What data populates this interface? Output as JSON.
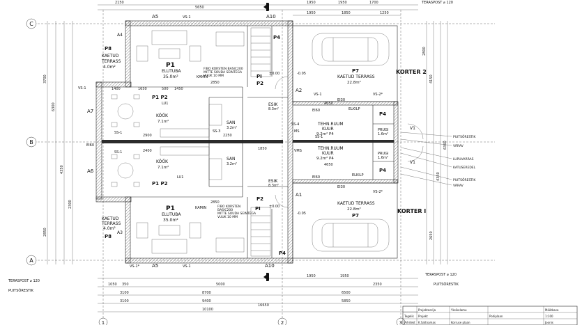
{
  "axes": {
    "c": "C",
    "b": "B",
    "a": "A",
    "n1": "1",
    "n2": "2",
    "n3": "3"
  },
  "korter": {
    "k2": "KORTER 2",
    "k1": "KORTER I"
  },
  "rooms": {
    "p8_top": "P8",
    "p8_bot": "P8",
    "kaetud_terrass_tl": "KAETUD",
    "terrass_tl": "TERRASS",
    "area_tl": "4.0m²",
    "kaetud_terrass_bl": "KAETUD",
    "terrass_bl": "TERRASS",
    "area_bl": "4.0m²",
    "p1_top": "P1",
    "elutuba_top": "ELUTUBA",
    "elutuba_top_area": "35.0m²",
    "p1_bot": "P1",
    "elutuba_bot": "ELUTUBA",
    "elutuba_bot_area": "35.0m²",
    "p1p2_top": "P1  P2",
    "kook_top": "KÖÖK",
    "kook_top_area": "7.1m²",
    "p1p2_bot": "P1  P2",
    "kook_bot": "KÖÖK",
    "kook_bot_area": "7.1m²",
    "esik_top": "ESIK",
    "esik_top_area": "8.3m²",
    "esik_bot": "ESIK",
    "esik_bot_area": "8.3m²",
    "san_top": "SAN",
    "san_top_area": "3.2m²",
    "san_bot": "SAN",
    "san_bot_area": "3.2m²",
    "tehn_top": "TEHN.RUUM",
    "kuur_top": "KUUR",
    "kuur_top_area": "9.2m²  P4",
    "tehn_bot": "TEHN.RUUM",
    "kuur_bot": "KUUR",
    "kuur_bot_area": "9.2m²  P4",
    "p7_top": "P7",
    "kt_top": "KAETUD TERRASS",
    "kt_top_area": "22.8m²",
    "p7_bot": "P7",
    "kt_bot": "KAETUD TERRASS",
    "kt_bot_area": "22.8m²",
    "p4a": "P4",
    "p4b": "P4",
    "p4c": "P4",
    "p4d": "P4",
    "prugi_top": "PRUGI",
    "prugi_top_area": "1.6m²",
    "prugi_bot": "PRUGI",
    "prugi_bot_area": "1.6m²"
  },
  "tags": {
    "a5_top": "A5",
    "a10_top": "A10",
    "a4": "A4",
    "a7": "A7",
    "a6": "A6",
    "a3": "A3",
    "a5_bot": "A5",
    "a10_bot": "A10",
    "a2": "A2",
    "a1": "A1",
    "vs1": "VS-1",
    "vs2": "VS-2*",
    "vs1s": "VS-1*",
    "ss1": "SS-1",
    "ss3": "SS-3",
    "ss4": "SS-4",
    "ei60": "EI60",
    "ei30": "EI30",
    "lu1": "LU1",
    "v1": "V1",
    "pi": "PI",
    "p2": "P2",
    "kamin": "KAMIN",
    "elkilp": "ELKILP",
    "ms": "MS",
    "vms": "VMS",
    "pm": "±0.00",
    "m005": "-0.05"
  },
  "notes": {
    "fibo_top1": "FIBO KORSTEN BASIC200",
    "fibo_top2": "MITTE SOUDA SEINTEGA",
    "fibo_top3": "VUUK 10 MM",
    "fibo_bot1": "FIBO KORSTEN",
    "fibo_bot2": "BASIC200",
    "fibo_bot3": "MITTE SOUDA SEINTEGA",
    "fibo_bot4": "VUUK 10 MM",
    "teraspost_top": "TERASPOST ⌀ 120",
    "teraspost_bl": "TERASPOST ⌀ 120",
    "teraspost_br": "TERASPOST ⌀ 120",
    "puitsorestik_l": "PUITSÕRESTIK",
    "puitsorestik_r": "PUITSÕRESTIK",
    "puitsorestik_br": "PUITSÕRESTIK",
    "varav_1": "VÄRAV",
    "varav_2": "VÄRAV",
    "lupuvarras": "LUPUVARRAS",
    "katuseredel": "KATUSEREDEL",
    "puitsorestik_mid": "PUITSÕRESTIK"
  },
  "dims": {
    "top1": "2150",
    "top2": "5650",
    "top3": "1950",
    "top4": "1950",
    "top5": "1700",
    "top6": "1950",
    "top7": "1850",
    "top8": "1250",
    "bot1": "1400",
    "bot2": "1650",
    "bot3": "500",
    "bot4": "1450",
    "bot5": "1950",
    "bot6": "1950",
    "bot7": "2350",
    "b8700": "8700",
    "b6500": "6500",
    "b3100": "3100",
    "b9400": "9400",
    "b5850": "5850",
    "b10100": "10100",
    "b16650": "16650",
    "b3100b": "3100",
    "b1050": "1050",
    "b350": "350",
    "b5000": "5000",
    "l1": "3700",
    "l2": "6300",
    "l3": "4350",
    "l4": "2300",
    "l5": "2850",
    "r1": "2800",
    "r2": "4150",
    "r3": "4350",
    "r4": "6360",
    "r5": "2650",
    "m2850a": "2850",
    "m2850b": "2850",
    "m4650a": "4650",
    "m4650b": "4650",
    "m1850": "1850",
    "m2250": "2250",
    "m2900": "2900",
    "m2400": "2400"
  },
  "titleblock": {
    "h1": "Projekteerija",
    "h2": "Projekt",
    "h3": "Arhitekt",
    "h4": "Tegelik",
    "n1": "K.Saltnamas",
    "n2": "Yksikelamu",
    "c1": "Korruse plaan",
    "c2": "Pohiplaan",
    "c3": "Mõõtkava",
    "c4": "1:100",
    "c5": "Joonis"
  }
}
